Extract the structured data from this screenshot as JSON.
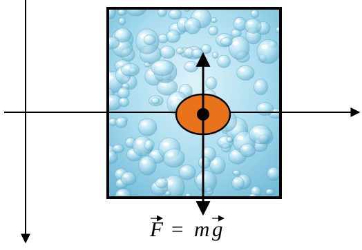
{
  "formula": {
    "force_symbol": "F",
    "equals": "=",
    "mass_symbol": "m",
    "gravity_symbol": "g"
  },
  "colors": {
    "container_border": "#000000",
    "liquid_light": "#dff3fb",
    "liquid_mid": "#a9dcee",
    "liquid_dark": "#6fb9d6",
    "body_fill": "#e8731c",
    "body_stroke": "#000000",
    "center_dot": "#000000",
    "axes": "#000000"
  },
  "icons": {
    "liquid_texture": "water-droplets-texture"
  }
}
